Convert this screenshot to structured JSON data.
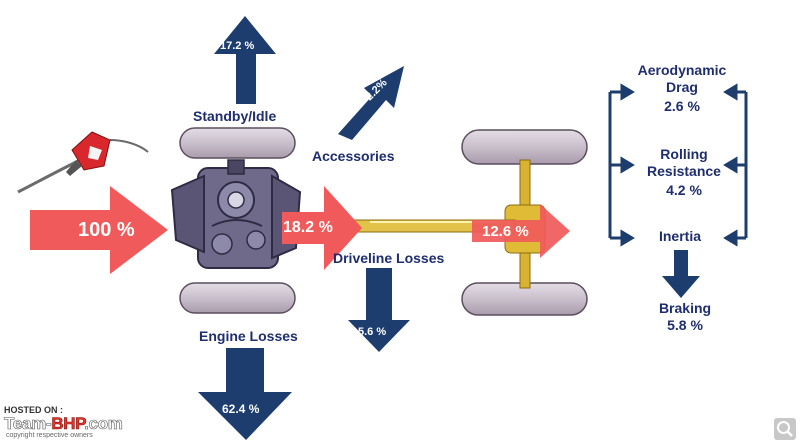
{
  "labels": {
    "standby": "Standby/Idle",
    "accessories": "Accessories",
    "engine_losses": "Engine Losses",
    "driveline_losses": "Driveline Losses",
    "aero_line1": "Aerodynamic",
    "aero_line2": "Drag",
    "aero_value": "2.6 %",
    "rolling_line1": "Rolling",
    "rolling_line2": "Resistance",
    "rolling_value": "4.2 %",
    "inertia": "Inertia",
    "braking": "Braking",
    "braking_value": "5.8 %"
  },
  "arrows": {
    "input": "100 %",
    "engine_out": "18.2 %",
    "wheels": "12.6 %",
    "standby_value": "17.2 %",
    "accessories_value": "2.2%",
    "engine_losses_value": "62.4 %",
    "driveline_value": "5.6 %"
  },
  "watermark": {
    "hosted_on": "HOSTED ON :",
    "brand_a": "Team-",
    "brand_b": "BHP",
    "brand_c": ".com",
    "copyright": "copyright respective owners"
  },
  "colors": {
    "red_arrow": "#f05a5a",
    "blue_arrow": "#1c3d6e",
    "label_text": "#1f2e6e"
  },
  "icons": [
    "fuel-nozzle-icon",
    "engine-icon",
    "zoom-icon"
  ]
}
